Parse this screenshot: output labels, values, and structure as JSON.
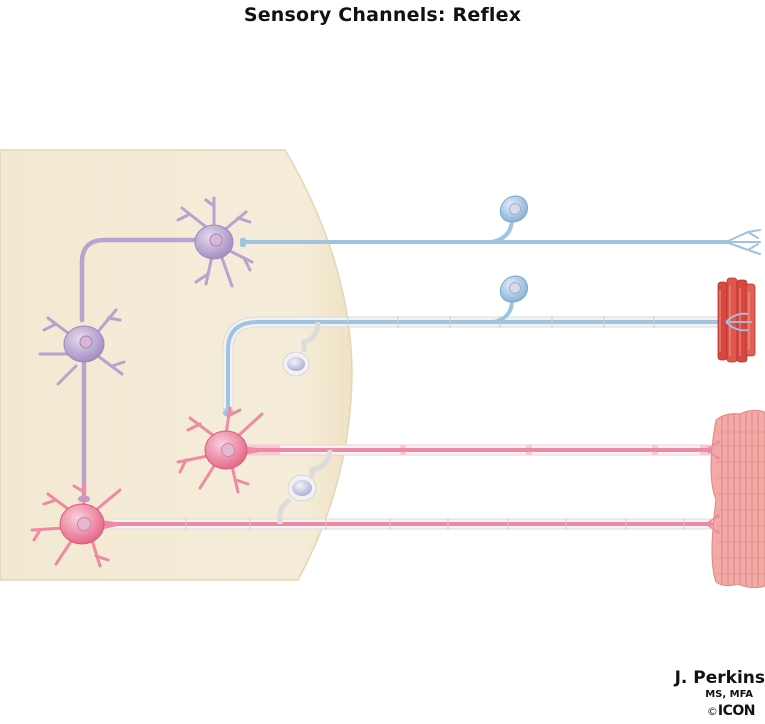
{
  "title": "Sensory Channels: Reflex",
  "credit": {
    "name": "J. Perkins",
    "degrees": "MS, MFA",
    "copyright_symbol": "©",
    "logo_text": "ICON"
  },
  "colors": {
    "background": "#ffffff",
    "spinal_cord": "#f5ecd6",
    "spinal_cord_edge": "#e2d3b2",
    "interneuron": "#b7a3cf",
    "sensory_neuron": "#9ec4e2",
    "motor_neuron": "#ee8aa3",
    "myelin": "#eeeeee",
    "schwann_cell": "#c9cbe6",
    "muscle_spindle": "#d9473f",
    "skeletal_muscle": "#f0a8a4"
  },
  "icons": [
    "interneuron-cell",
    "sensory-ganglion-cell",
    "motor-neuron-cell",
    "schwann-cell",
    "muscle-spindle",
    "skeletal-muscle"
  ]
}
